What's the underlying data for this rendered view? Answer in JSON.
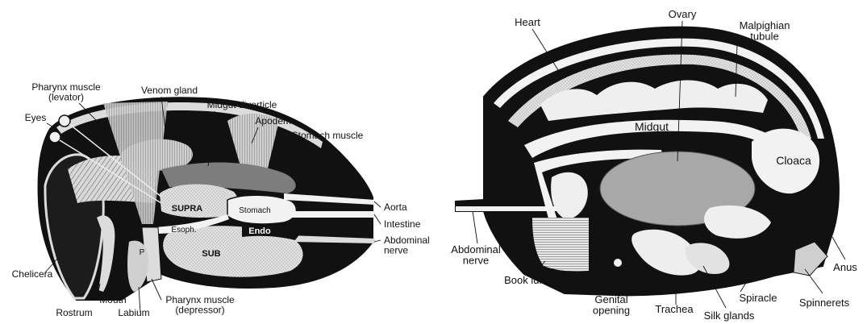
{
  "colors": {
    "background": "#ffffff",
    "body_black": "#111111",
    "organ_light": "#dcdcdc",
    "organ_mid": "#bdbdbd",
    "midgut_white": "#f2f2f2",
    "label_text": "#111111"
  },
  "prosoma_section": {
    "labels": {
      "pharynx_muscle_levator": "Pharynx muscle\n(levator)",
      "venom_gland": "Venom gland",
      "midgut_diverticle": "Midgut diverticle",
      "apodeme": "Apodeme",
      "stomach_muscle": "Stomach muscle",
      "eyes": "Eyes",
      "supra": "SUPRA",
      "stomach": "Stomach",
      "esoph": "Esoph.",
      "endo": "Endo",
      "sub": "SUB",
      "p": "P",
      "aorta": "Aorta",
      "intestine": "Intestine",
      "abdominal_nerve": "Abdominal\nnerve",
      "chelicera": "Chelicera",
      "mouth": "Mouth",
      "rostrum": "Rostrum",
      "labium": "Labium",
      "pharynx_muscle_depressor": "Pharynx muscle\n(depressor)"
    }
  },
  "opisthosoma_section": {
    "labels": {
      "heart": "Heart",
      "ovary": "Ovary",
      "malpighian_tubule": "Malpighian\ntubule",
      "midgut": "Midgut",
      "cloaca": "Cloaca",
      "abdominal_nerve": "Abdominal\nnerve",
      "book_lung": "Book lung",
      "genital_opening": "Genital\nopening",
      "trachea": "Trachea",
      "spiracle": "Spiracle",
      "silk_glands": "Silk glands",
      "anus": "Anus",
      "spinnerets": "Spinnerets"
    }
  }
}
